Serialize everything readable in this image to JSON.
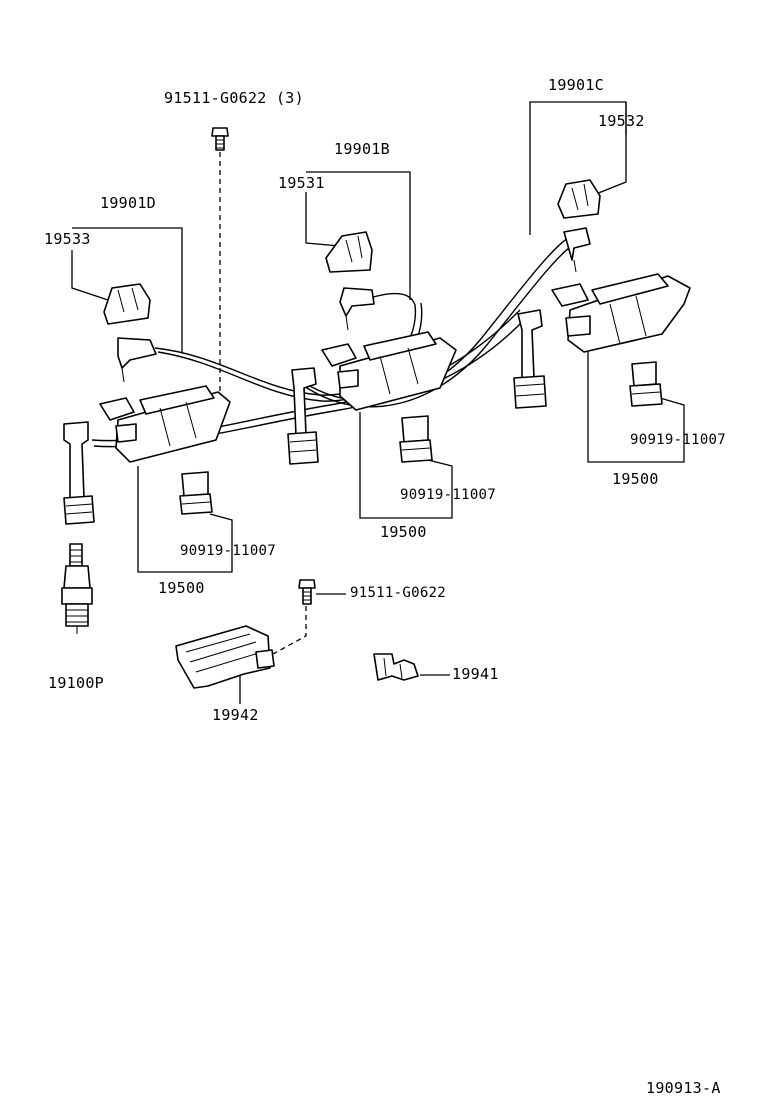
{
  "diagram": {
    "figure_code": "190913-A",
    "labels": {
      "bolt_top": "91511-G0622 (3)",
      "cord_set_c": "19901C",
      "cap_19532": "19532",
      "cord_set_b": "19901B",
      "cap_19531": "19531",
      "cord_set_d": "19901D",
      "cap_19533": "19533",
      "plug_right": "90919-11007",
      "coil_right": "19500",
      "plug_center": "90919-11007",
      "coil_center": "19500",
      "plug_left": "90919-11007",
      "coil_left": "19500",
      "bolt_bottom": "91511-G0622",
      "spark_plug": "19100P",
      "clamp_19941": "19941",
      "bracket_19942": "19942"
    }
  }
}
